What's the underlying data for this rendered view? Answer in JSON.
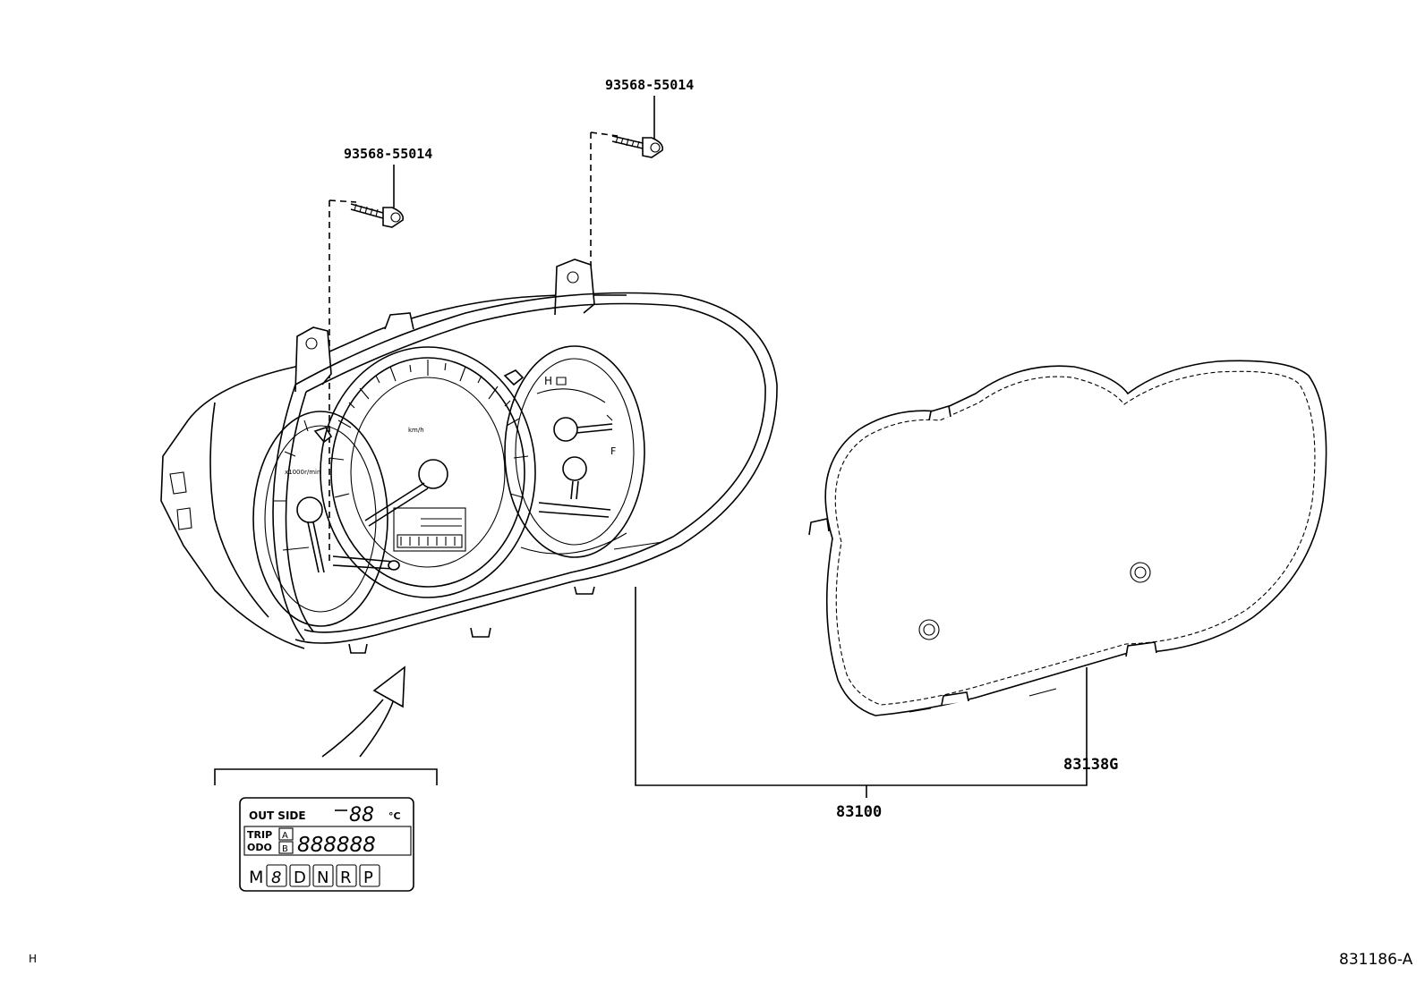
{
  "parts": {
    "screw_left": "93568-55014",
    "screw_right": "93568-55014",
    "cluster": "83100",
    "cover": "83138G"
  },
  "display_detail": {
    "outside_label": "OUT SIDE",
    "temp_digits": "88",
    "temp_unit": "°C",
    "trip_label": "TRIP",
    "odo_label": "ODO",
    "trip_a": "A",
    "trip_b": "B",
    "odometer_digits": "888888",
    "gear_m": "M",
    "gear_8": "8",
    "gear_d": "D",
    "gear_n": "N",
    "gear_r": "R",
    "gear_p": "P"
  },
  "gauge_marks": {
    "fuel_h": "H",
    "fuel_f": "F",
    "speed_unit": "km/h",
    "tach_unit": "x1000r/min"
  },
  "corner": {
    "left_code": "H",
    "diagram_id": "831186-A"
  }
}
